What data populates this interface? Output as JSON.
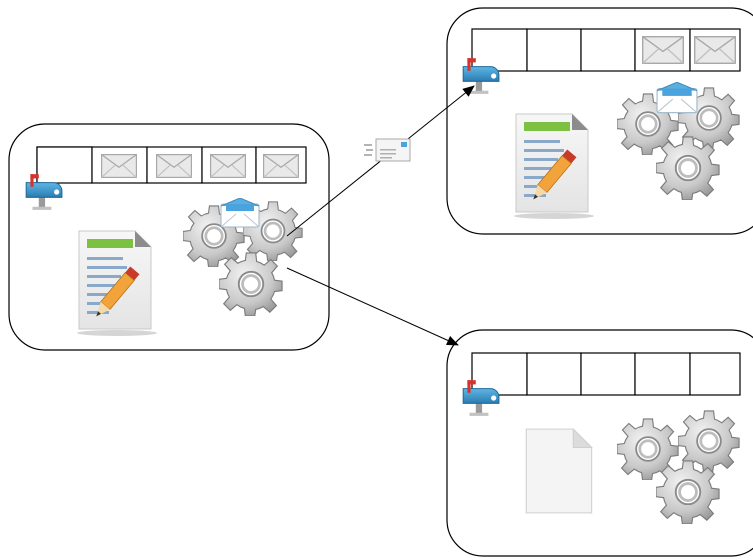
{
  "colors": {
    "stroke": "#000000",
    "envelope_fill": "#e9e9e9",
    "envelope_line": "#9a9a9a",
    "mailbox_blue": "#3b9fd6",
    "mailbox_dark": "#2a7cb0",
    "mailbox_flag": "#d8322c",
    "gear_light": "#d6d6d6",
    "gear_dark": "#8a8a8a",
    "doc_header_green": "#7cc142",
    "doc_line_blue": "#8aa8c8",
    "pencil_orange": "#f2a33a",
    "pencil_red": "#c83a2a",
    "mail_blue": "#4aa3dc"
  },
  "nodes": [
    {
      "id": "node-left",
      "queue_slots": [
        "empty",
        "message",
        "message",
        "message",
        "message"
      ],
      "document": "edit",
      "has_mailbox": true,
      "has_gears": true,
      "processing_message": true
    },
    {
      "id": "node-top-right",
      "queue_slots": [
        "empty",
        "empty",
        "empty",
        "message",
        "message"
      ],
      "document": "edit",
      "has_mailbox": true,
      "has_gears": true,
      "processing_message": true
    },
    {
      "id": "node-bottom-right",
      "queue_slots": [
        "empty",
        "empty",
        "empty",
        "empty",
        "empty"
      ],
      "document": "blank",
      "has_mailbox": true,
      "has_gears": true,
      "processing_message": false
    }
  ],
  "edges": [
    {
      "from": "node-left",
      "to": "node-top-right",
      "carries_message": true
    },
    {
      "from": "node-left",
      "to": "node-bottom-right",
      "carries_message": false
    }
  ]
}
